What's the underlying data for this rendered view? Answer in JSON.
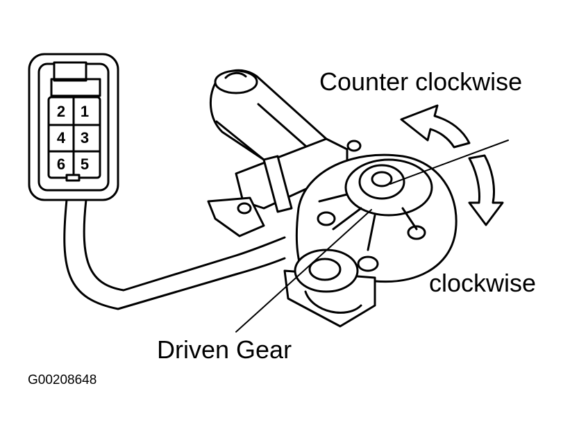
{
  "labels": {
    "counter_clockwise": "Counter clockwise",
    "clockwise": "clockwise",
    "driven_gear": "Driven Gear",
    "figure_code": "G00208648"
  },
  "connector": {
    "pins": [
      "2",
      "1",
      "4",
      "3",
      "6",
      "5"
    ]
  }
}
